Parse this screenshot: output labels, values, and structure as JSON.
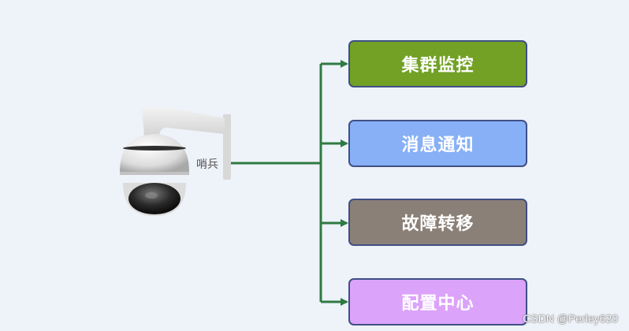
{
  "diagram": {
    "source_label": "哨兵",
    "nodes": [
      {
        "label": "集群监控",
        "color": "#72a126"
      },
      {
        "label": "消息通知",
        "color": "#87b0f7"
      },
      {
        "label": "故障转移",
        "color": "#8b8077"
      },
      {
        "label": "配置中心",
        "color": "#dba3fa"
      }
    ],
    "connector_color": "#2f7a43",
    "border_color": "#3f4f85"
  },
  "watermark": "CSDN @Perley620",
  "icons": {
    "camera": "security-camera-icon"
  }
}
